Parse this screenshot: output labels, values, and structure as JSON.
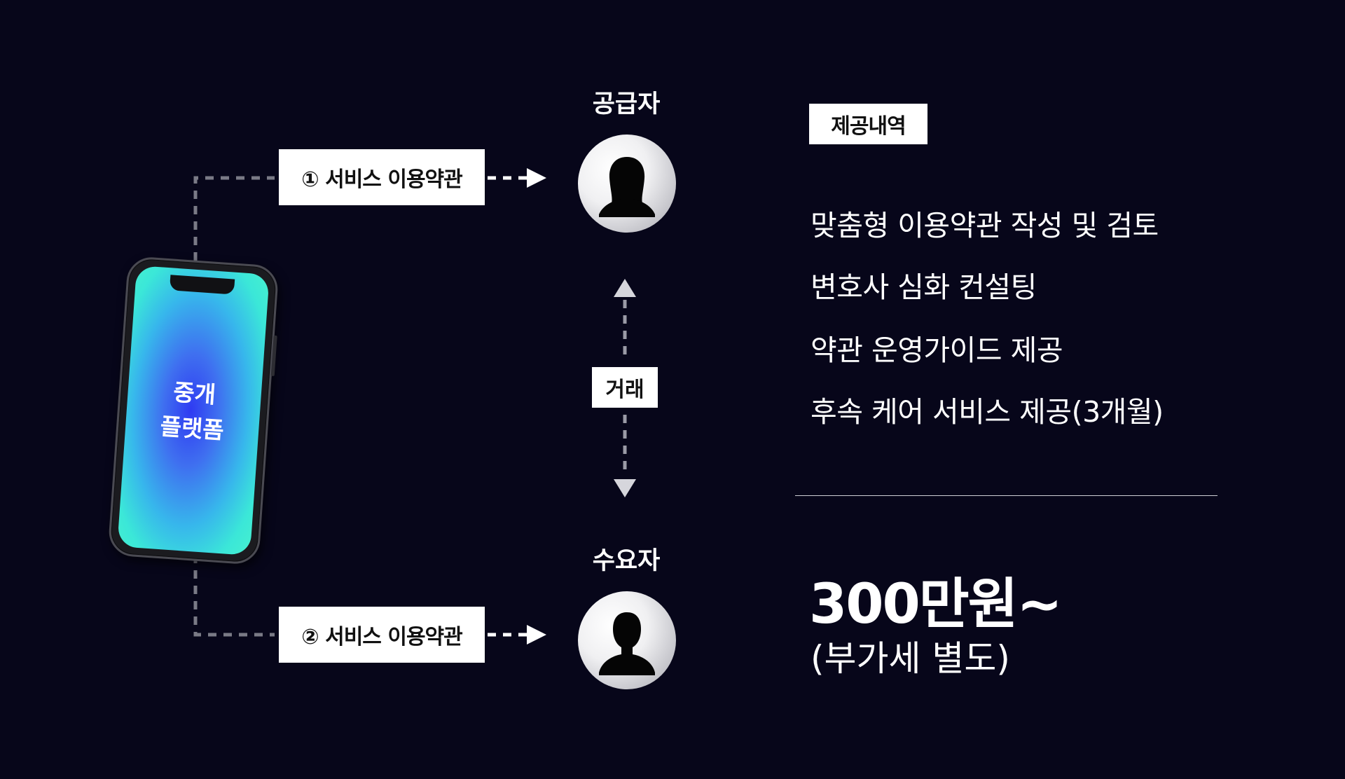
{
  "platform": {
    "line1": "중개",
    "line2": "플랫폼"
  },
  "terms": {
    "first": "① 서비스 이용약관",
    "second": "② 서비스 이용약관"
  },
  "roles": {
    "supplier": "공급자",
    "consumer": "수요자"
  },
  "transaction": {
    "label": "거래"
  },
  "offering": {
    "heading": "제공내역",
    "items": [
      "맞춤형 이용약관 작성 및 검토",
      "변호사 심화 컨설팅",
      "약관 운영가이드 제공",
      "후속 케어 서비스 제공(3개월)"
    ]
  },
  "pricing": {
    "price": "300만원~",
    "vat_note": "(부가세 별도)"
  },
  "icons": {
    "phone": "smartphone-icon",
    "supplier": "female-person-icon",
    "consumer": "male-person-icon",
    "arrow": "arrow-icon"
  },
  "colors": {
    "background": "#07061a",
    "line": "#7a7a86",
    "screen_gradient": [
      "#2f3bf2",
      "#46f0cf"
    ]
  }
}
